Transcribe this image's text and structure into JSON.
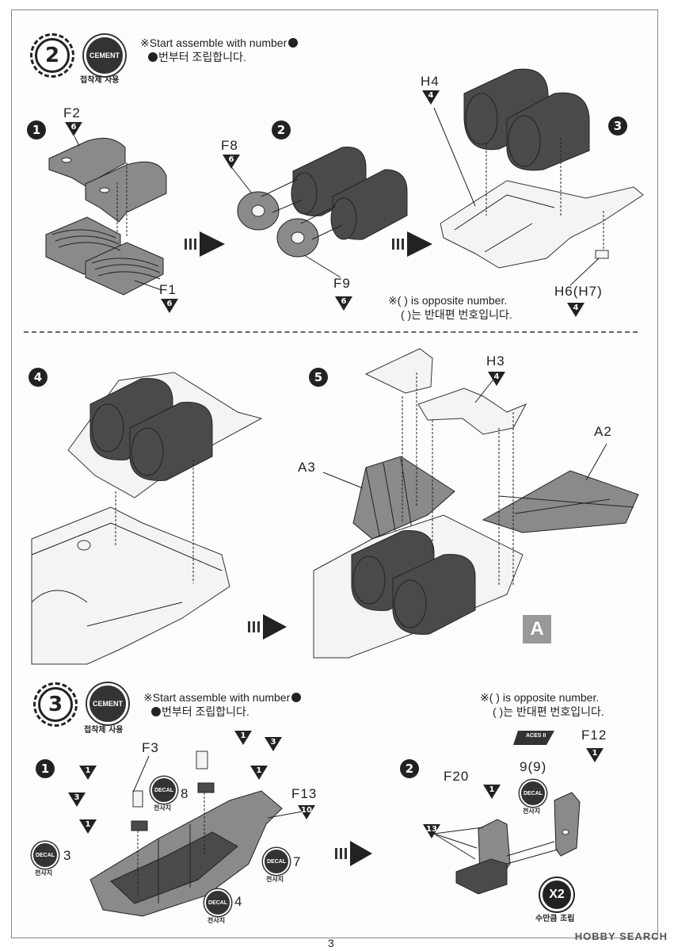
{
  "step2": {
    "number": "2",
    "cement": "CEMENT",
    "cement_label": "접착제 사용",
    "note_en": "※Start assemble with number",
    "note_ko": "번부터 조립합니다.",
    "subs": [
      "1",
      "2",
      "3",
      "4",
      "5"
    ],
    "parts": {
      "f2": "F2",
      "f2_tri": "6",
      "f1": "F1",
      "f1_tri": "6",
      "f8": "F8",
      "f8_tri": "6",
      "f9": "F9",
      "f9_tri": "6",
      "h4": "H4",
      "h4_tri": "4",
      "h6": "H6(H7)",
      "h6_tri": "4",
      "h3": "H3",
      "h3_tri": "4",
      "a3": "A3",
      "a2": "A2"
    },
    "opposite_en": "※(   ) is opposite number.",
    "opposite_ko": "(   )는 반대편 번호입니다.",
    "marker": "A"
  },
  "step3": {
    "number": "3",
    "cement": "CEMENT",
    "cement_label": "접착제 사용",
    "note_en": "※Start assemble with number",
    "note_ko": "번부터 조립합니다.",
    "opposite_en": "※(   ) is opposite number.",
    "opposite_ko": "(   )는 반대편 번호입니다.",
    "subs": [
      "1",
      "2"
    ],
    "parts": {
      "f3": "F3",
      "f13": "F13",
      "f13_tri": "10",
      "f12": "F12",
      "f12_tri": "1",
      "f20": "F20",
      "f20_tri": "1",
      "p8": "8",
      "p3": "3",
      "p4": "4",
      "p7": "7",
      "p9": "9(9)",
      "tri1": "1",
      "tri3": "3",
      "tri13": "13"
    },
    "decal": "DECAL",
    "decal_label": "전사지",
    "aces": "ACES II",
    "x2": "X2",
    "x2_label": "수만큼 조립"
  },
  "page_number": "3",
  "watermark": "HOBBY SEARCH"
}
